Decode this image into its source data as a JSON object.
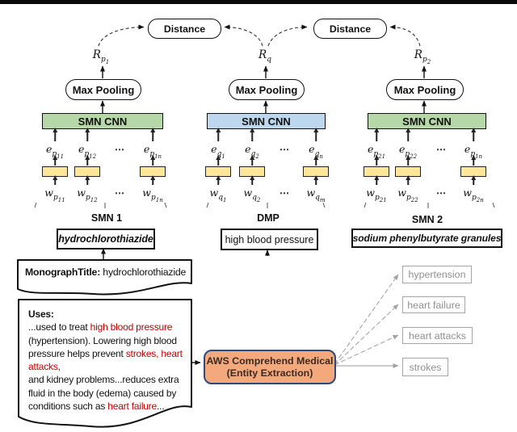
{
  "nodes": {
    "distance": [
      "Distance",
      "Distance"
    ],
    "max_pooling": [
      "Max Pooling",
      "Max Pooling",
      "Max Pooling"
    ],
    "cnn": [
      "SMN CNN",
      "SMN CNN",
      "SMN CNN"
    ]
  },
  "r_labels": [
    {
      "b": "R",
      "s": "p",
      "ss": "1"
    },
    {
      "b": "R",
      "s": "q",
      "ss": ""
    },
    {
      "b": "R",
      "s": "p",
      "ss": "2"
    }
  ],
  "dots": "⋯",
  "groups": [
    {
      "name": "SMN 1",
      "term": "hydrochlorothiazide",
      "units": [
        {
          "e": {
            "b": "e",
            "s": "p",
            "ss": "11"
          },
          "w": {
            "b": "w",
            "s": "p",
            "ss": "11"
          }
        },
        {
          "e": {
            "b": "e",
            "s": "p",
            "ss": "12"
          },
          "w": {
            "b": "w",
            "s": "p",
            "ss": "12"
          }
        },
        {
          "e": {
            "b": "e",
            "s": "p",
            "ss": "1n"
          },
          "w": {
            "b": "w",
            "s": "p",
            "ss": "1n"
          }
        }
      ]
    },
    {
      "name": "DMP",
      "term": "high blood pressure",
      "units": [
        {
          "e": {
            "b": "e",
            "s": "q",
            "ss": "1"
          },
          "w": {
            "b": "w",
            "s": "q",
            "ss": "1"
          }
        },
        {
          "e": {
            "b": "e",
            "s": "q",
            "ss": "2"
          },
          "w": {
            "b": "w",
            "s": "q",
            "ss": "2"
          }
        },
        {
          "e": {
            "b": "e",
            "s": "q",
            "ss": "n"
          },
          "w": {
            "b": "w",
            "s": "q",
            "ss": "m"
          }
        }
      ]
    },
    {
      "name": "SMN 2",
      "term": "sodium phenylbutyrate granules",
      "units": [
        {
          "e": {
            "b": "e",
            "s": "p",
            "ss": "21"
          },
          "w": {
            "b": "w",
            "s": "p",
            "ss": "21"
          }
        },
        {
          "e": {
            "b": "e",
            "s": "p",
            "ss": "22"
          },
          "w": {
            "b": "w",
            "s": "p",
            "ss": "22"
          }
        },
        {
          "e": {
            "b": "e",
            "s": "p",
            "ss": "1n"
          },
          "w": {
            "b": "w",
            "s": "p",
            "ss": "2n"
          }
        }
      ]
    }
  ],
  "monograph": {
    "label": "MonographTitle:",
    "value": " hydrochlorothiazide"
  },
  "uses": {
    "lines": [
      [
        {
          "t": "Uses:",
          "b": 1
        }
      ],
      [
        {
          "t": "...used to treat "
        },
        {
          "t": "high blood pressure",
          "r": 1
        }
      ],
      [
        {
          "t": "(hypertension). Lowering high blood"
        }
      ],
      [
        {
          "t": "pressure helps prevent "
        },
        {
          "t": "strokes,",
          "r": 1
        },
        {
          "t": " "
        },
        {
          "t": "heart",
          "r": 1
        }
      ],
      [
        {
          "t": "attacks,",
          "r": 1
        }
      ],
      [
        {
          "t": "and kidney problems...reduces extra"
        }
      ],
      [
        {
          "t": "fluid in the body (edema) caused by"
        }
      ],
      [
        {
          "t": "conditions such as "
        },
        {
          "t": "heart failure",
          "r": 1
        },
        {
          "t": "..."
        }
      ]
    ]
  },
  "aws": {
    "line1": "AWS Comprehend Medical",
    "line2": "(Entity Extraction)"
  },
  "entities": [
    "hypertension",
    "heart failure",
    "heart attacks",
    "strokes"
  ],
  "colors": {
    "cnn_green": "#b6d7a8",
    "cnn_blue": "#bdd7ee",
    "embedding_yellow": "#ffe699",
    "aws_orange": "#f4a97d",
    "aws_border": "#2e4a7d",
    "highlight_red": "#c00000",
    "entity_gray": "#a6a6a6"
  }
}
